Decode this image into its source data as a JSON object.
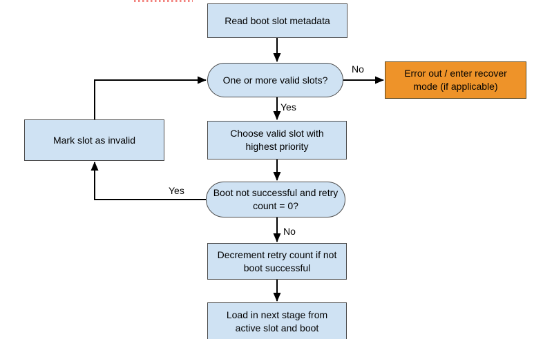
{
  "colors": {
    "node_fill": "#cfe2f3",
    "node_border": "#4a4a4a",
    "error_fill": "#ee9329",
    "error_border": "#5c4418",
    "arrow": "#000000",
    "text": "#000000",
    "artifact_red": "#f2827d"
  },
  "nodes": {
    "read_metadata": {
      "label": "Read boot slot metadata",
      "shape": "rect"
    },
    "valid_slots": {
      "label": "One or more valid slots?",
      "shape": "stadium"
    },
    "error_out": {
      "label": "Error out / enter recover mode (if applicable)",
      "shape": "rect"
    },
    "choose_slot": {
      "label": "Choose valid slot with highest priority",
      "shape": "rect"
    },
    "mark_invalid": {
      "label": "Mark slot as invalid",
      "shape": "rect"
    },
    "boot_check": {
      "label": "Boot not successful and retry count = 0?",
      "shape": "stadium"
    },
    "decrement": {
      "label": "Decrement retry count if not boot successful",
      "shape": "rect"
    },
    "load_next": {
      "label": "Load in next stage from active slot and boot",
      "shape": "rect"
    }
  },
  "edge_labels": {
    "no_to_error": "No",
    "yes_to_choose": "Yes",
    "yes_to_mark_invalid": "Yes",
    "no_to_decrement": "No"
  }
}
